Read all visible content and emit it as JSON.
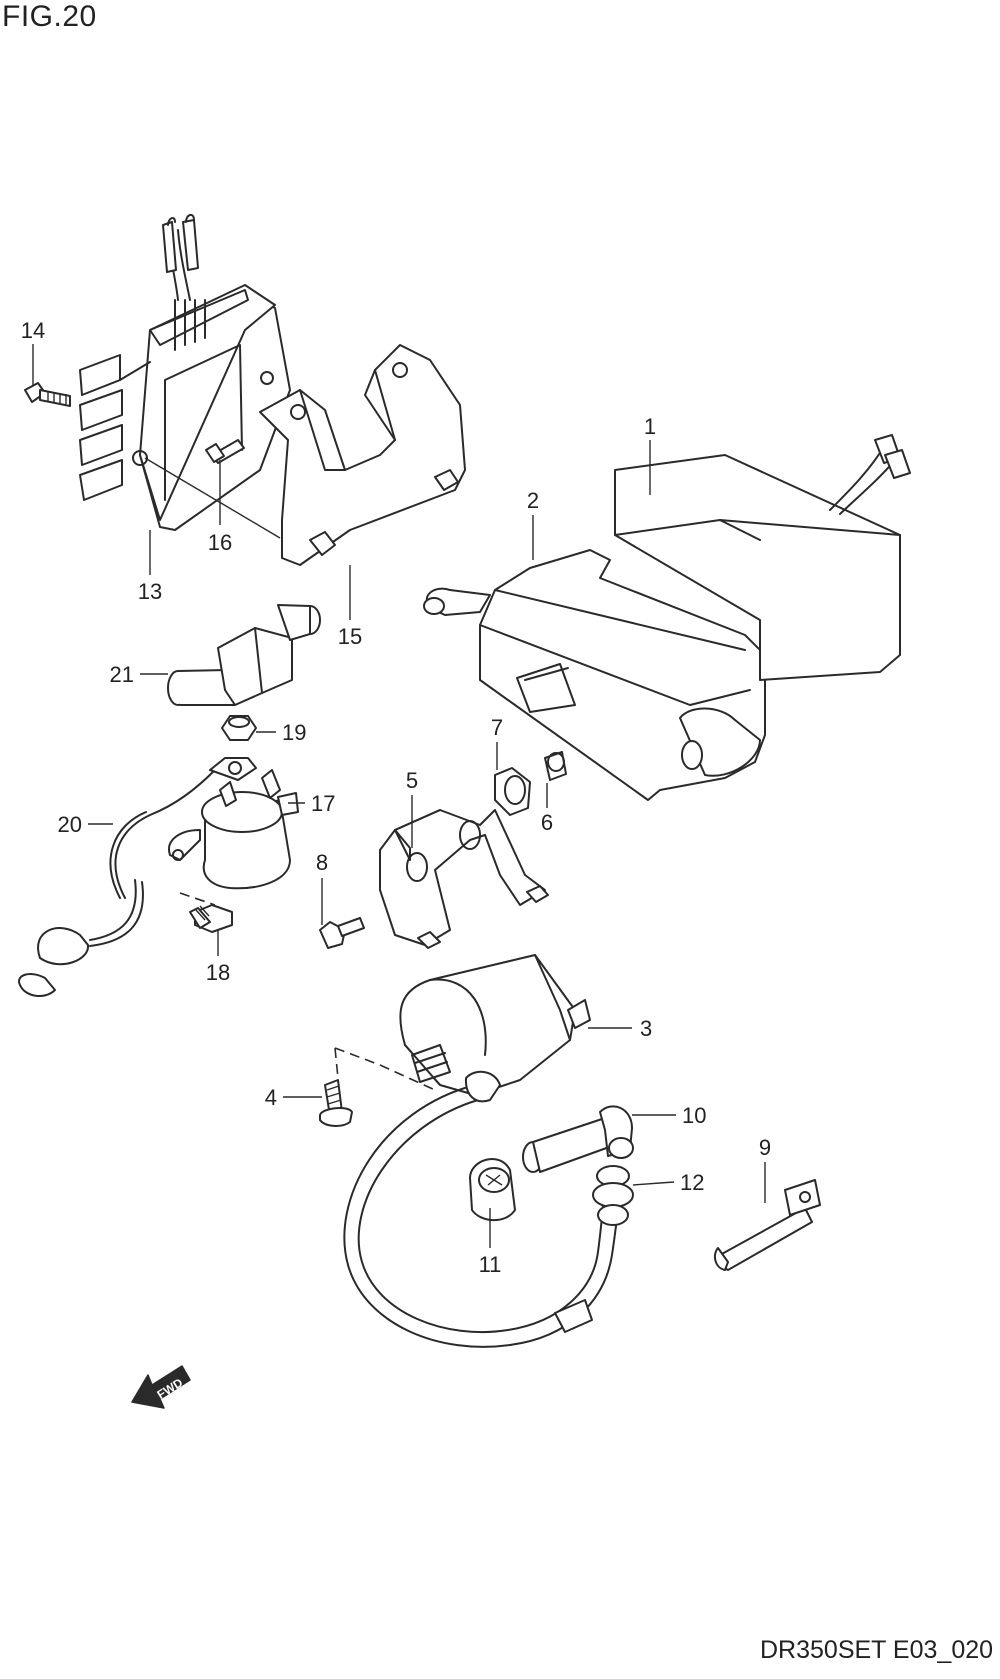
{
  "figure": {
    "title": "FIG.20",
    "code": "DR350SET E03_020",
    "fwd_label": "FWD"
  },
  "callouts": [
    {
      "id": "1",
      "text": "1"
    },
    {
      "id": "2",
      "text": "2"
    },
    {
      "id": "3",
      "text": "3"
    },
    {
      "id": "4",
      "text": "4"
    },
    {
      "id": "5",
      "text": "5"
    },
    {
      "id": "6",
      "text": "6"
    },
    {
      "id": "7",
      "text": "7"
    },
    {
      "id": "8",
      "text": "8"
    },
    {
      "id": "9",
      "text": "9"
    },
    {
      "id": "10",
      "text": "10"
    },
    {
      "id": "11",
      "text": "11"
    },
    {
      "id": "12",
      "text": "12"
    },
    {
      "id": "13",
      "text": "13"
    },
    {
      "id": "14",
      "text": "14"
    },
    {
      "id": "15",
      "text": "15"
    },
    {
      "id": "16",
      "text": "16"
    },
    {
      "id": "17",
      "text": "17"
    },
    {
      "id": "18",
      "text": "18"
    },
    {
      "id": "19",
      "text": "19"
    },
    {
      "id": "20",
      "text": "20"
    },
    {
      "id": "21",
      "text": "21"
    }
  ]
}
